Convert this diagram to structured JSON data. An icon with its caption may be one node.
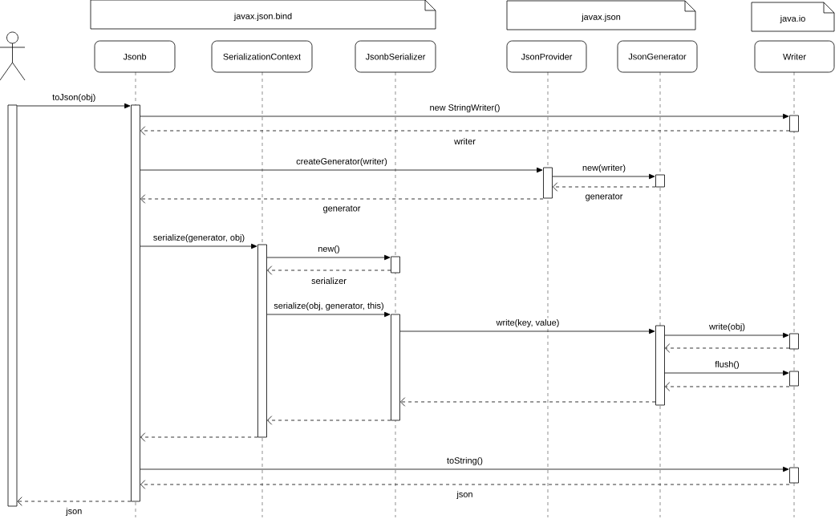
{
  "diagram": {
    "nodes": [
      {
        "text": [
          "javax.json.bind"
        ]
      },
      {
        "text": [
          "javax.json"
        ]
      },
      {
        "text": [
          "java.io"
        ]
      },
      {
        "text": [],
        "shape": "person"
      },
      {
        "text": [
          "Jsonb"
        ]
      },
      {
        "text": [
          "SerializationContext"
        ]
      },
      {
        "text": [
          "JsonbSerializer"
        ]
      },
      {
        "text": [
          "JsonProvider"
        ]
      },
      {
        "text": [
          "JsonGenerator"
        ]
      },
      {
        "text": [
          "Writer"
        ]
      },
      {
        "text": [],
        "shape": "bar"
      },
      {
        "text": [],
        "shape": "bar"
      },
      {
        "text": [],
        "shape": "bar"
      },
      {
        "text": [],
        "shape": "bar"
      },
      {
        "text": [],
        "shape": "bar"
      },
      {
        "text": [],
        "shape": "bar"
      },
      {
        "text": [],
        "shape": "bar"
      },
      {
        "text": [],
        "shape": "bar"
      },
      {
        "text": [],
        "shape": "bar"
      },
      {
        "text": [],
        "shape": "bar"
      },
      {
        "text": [],
        "shape": "bar"
      },
      {
        "text": [],
        "shape": "bar"
      }
    ],
    "edges": [
      {
        "from": 10,
        "to": 11,
        "arrow": "to",
        "label": "toJson(obj)"
      },
      {
        "from": 11,
        "to": 12,
        "arrow": "to",
        "label": "new StringWriter()"
      },
      {
        "from": 12,
        "to": 11,
        "arrow": "to",
        "style": "dashed",
        "label": "writer"
      },
      {
        "from": 11,
        "to": 13,
        "arrow": "to",
        "label": "createGenerator(writer)"
      },
      {
        "from": 13,
        "to": 14,
        "arrow": "to",
        "label": "new(writer)"
      },
      {
        "from": 14,
        "to": 13,
        "arrow": "to",
        "style": "dashed",
        "label": "generator"
      },
      {
        "from": 13,
        "to": 11,
        "arrow": "to",
        "style": "dashed",
        "label": "generator"
      },
      {
        "from": 11,
        "to": 15,
        "arrow": "to",
        "label": "serialize(generator, obj)"
      },
      {
        "from": 15,
        "to": 16,
        "arrow": "to",
        "label": "new()"
      },
      {
        "from": 16,
        "to": 15,
        "arrow": "to",
        "style": "dashed",
        "label": "serializer"
      },
      {
        "from": 15,
        "to": 17,
        "arrow": "to",
        "label": "serialize(obj, generator, this)"
      },
      {
        "from": 17,
        "to": 18,
        "arrow": "to",
        "label": "write(key, value)"
      },
      {
        "from": 18,
        "to": 19,
        "arrow": "to",
        "label": "write(obj)"
      },
      {
        "from": 19,
        "to": 18,
        "arrow": "to",
        "style": "dashed"
      },
      {
        "from": 18,
        "to": 20,
        "arrow": "to",
        "label": "flush()"
      },
      {
        "from": 20,
        "to": 18,
        "arrow": "to",
        "style": "dashed"
      },
      {
        "from": 18,
        "to": 17,
        "arrow": "to",
        "style": "dashed"
      },
      {
        "from": 17,
        "to": 15,
        "arrow": "to",
        "style": "dashed"
      },
      {
        "from": 15,
        "to": 11,
        "arrow": "to",
        "style": "dashed"
      },
      {
        "from": 11,
        "to": 21,
        "arrow": "to",
        "label": "toString()"
      },
      {
        "from": 21,
        "to": 11,
        "arrow": "to",
        "style": "dashed",
        "label": "json"
      },
      {
        "from": 11,
        "to": 10,
        "arrow": "to",
        "style": "dashed",
        "label": "json"
      }
    ]
  }
}
